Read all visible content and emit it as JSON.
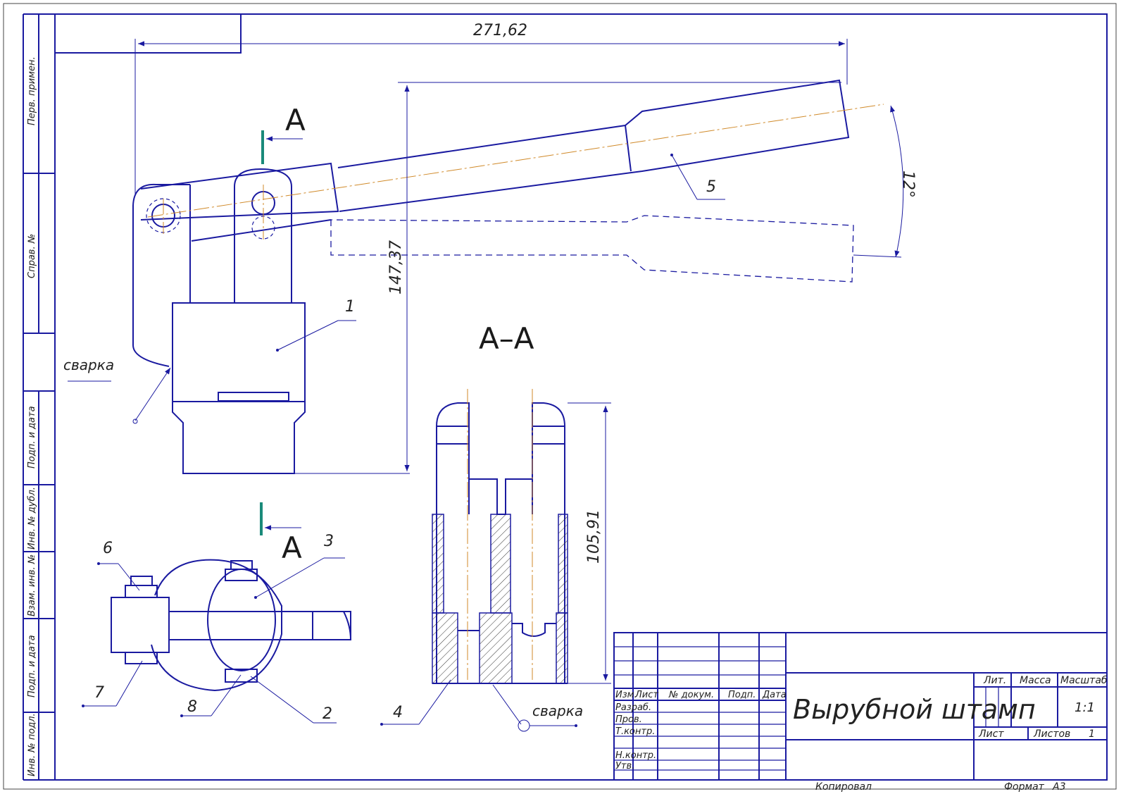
{
  "dimensions": {
    "overall_length": "271,62",
    "height": "147,37",
    "section_height": "105,91",
    "angle": "12°"
  },
  "section": {
    "cut_letter_top": "А",
    "cut_letter_bottom": "А",
    "section_title": "А–А"
  },
  "notes": {
    "weld_left": "сварка",
    "weld_section": "сварка"
  },
  "callouts": [
    "1",
    "2",
    "3",
    "4",
    "5",
    "6",
    "7",
    "8"
  ],
  "side_stamp": [
    "Перв. примен.",
    "Справ. №",
    "Подп. и дата",
    "Инв. № дубл.",
    "Взам. инв. №",
    "Подп. и дата",
    "Инв. № подл."
  ],
  "title_block": {
    "designation": "Вырубной штамп",
    "header": {
      "izm": "Изм.",
      "list": "Лист",
      "doc_no": "№ докум.",
      "sign": "Подп.",
      "date": "Дата"
    },
    "roles": [
      "Разраб.",
      "Пров.",
      "Т.контр.",
      "Н.контр.",
      "Утв."
    ],
    "lit_label": "Лит.",
    "mass_label": "Масса",
    "scale_label": "Масштаб",
    "scale_value": "1:1",
    "sheet_label": "Лист",
    "sheets_label": "Листов",
    "sheets_value": "1",
    "copied_label": "Копировал",
    "format_label": "Формат",
    "format_value": "А3"
  }
}
